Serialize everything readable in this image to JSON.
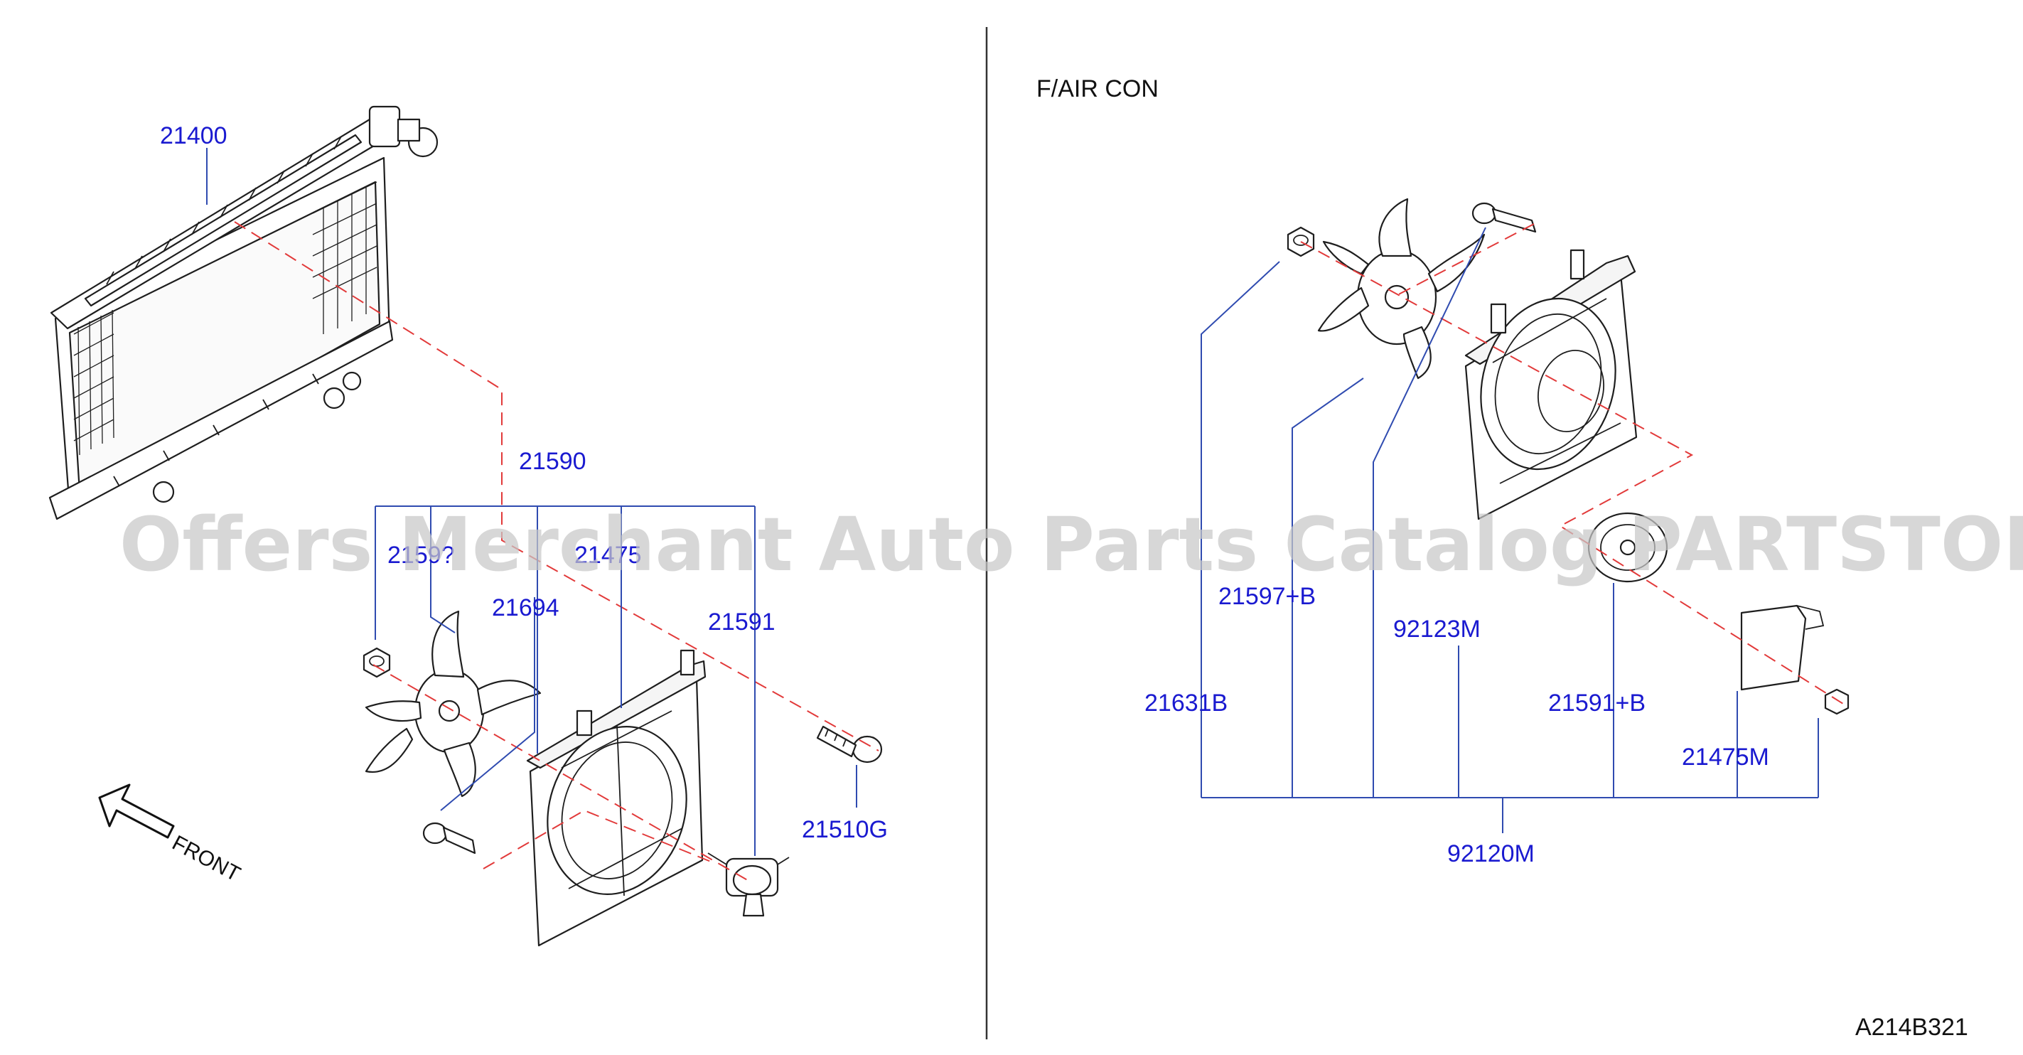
{
  "header": {
    "variant": "F/AIR   CON"
  },
  "diagram_code": "A214B321",
  "direction_label": "FRONT",
  "watermark": "Offers Merchant Auto Parts Catalog PARTSTORE.SA",
  "left_section": {
    "labels": {
      "radiator": "21400",
      "fan_assembly": "21590",
      "fan_partial_1": "2159?",
      "fan_partial_2": "21475",
      "shroud": "21694",
      "motor": "21591",
      "bolt": "21510G"
    }
  },
  "right_section": {
    "labels": {
      "nut": "21631B",
      "fan": "21597+B",
      "bolt": "92123M",
      "motor": "21591+B",
      "bracket": "21475M",
      "assembly": "92120M"
    }
  },
  "colors": {
    "label": "#1a1ad0",
    "leader": "#2f4bb0",
    "alignment_dash": "#e23a3a",
    "line_art": "#1e1e1e",
    "watermark": "#c8c8c8"
  }
}
